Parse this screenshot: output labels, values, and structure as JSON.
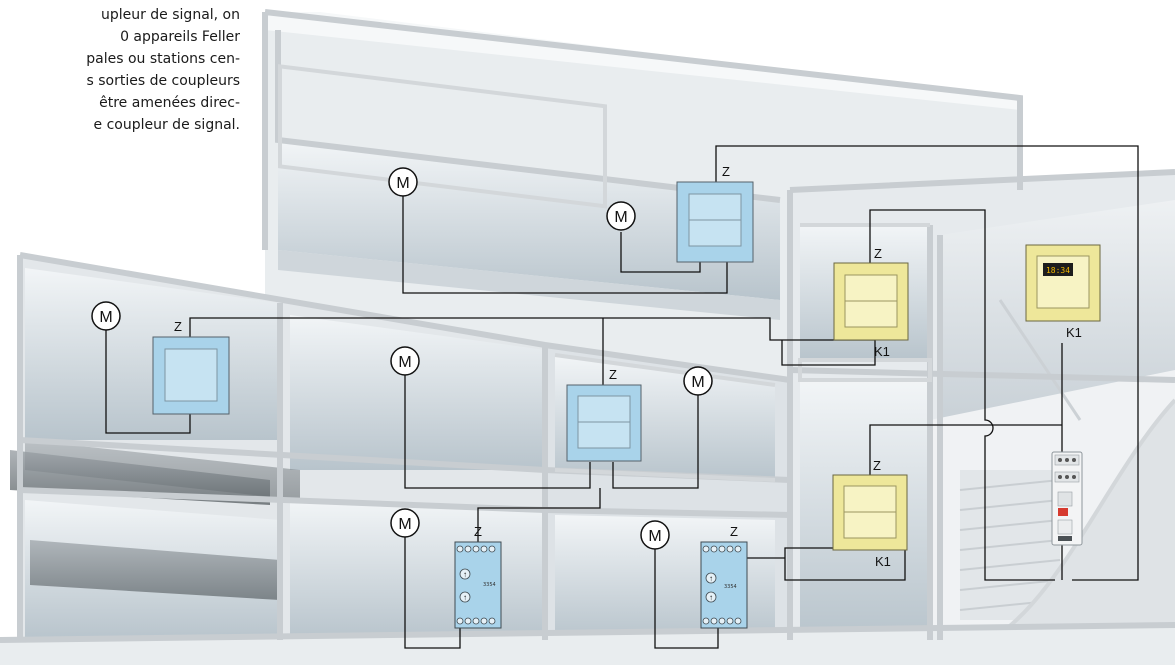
{
  "intro_text": {
    "lines": [
      "upleur de signal, on",
      "0 appareils Feller",
      "pales ou stations cen-",
      "s sorties de coupleurs",
      "être amenées direc-",
      "e coupleur de signal."
    ]
  },
  "labels": {
    "motor": "M",
    "station_z": "Z",
    "coupler_k1": "K1",
    "module_number": "3354",
    "timer_display": "18:34"
  },
  "colors": {
    "blue_device": "#a9d3ea",
    "yellow_device": "#eee79a",
    "wire": "#111111",
    "building": "#d9dee1"
  }
}
